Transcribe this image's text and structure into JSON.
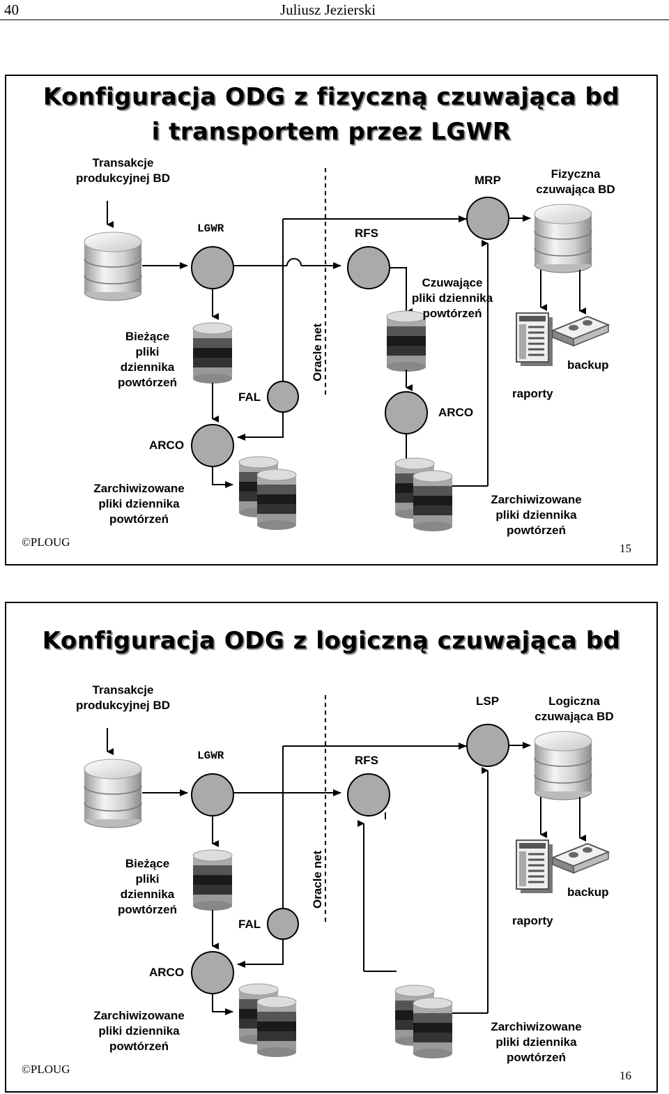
{
  "page_header": {
    "page_number": "40",
    "author": "Juliusz Jezierski"
  },
  "slide1": {
    "title_line1": "Konfiguracja ODG z fizyczną czuwająca bd",
    "title_line2": "i transportem przez LGWR",
    "prod_tx": [
      "Transakcje",
      "produkcyjnej BD"
    ],
    "mrp": "MRP",
    "standby_db": [
      "Fizyczna",
      "czuwająca BD"
    ],
    "lgwr": "LGWR",
    "rfs": "RFS",
    "standby_logs": [
      "Czuwające",
      "pliki dziennika",
      "powtórzeń"
    ],
    "current_logs": [
      "Bieżące",
      "pliki",
      "dziennika",
      "powtórzeń"
    ],
    "oracle_net": "Oracle net",
    "fal": "FAL",
    "arco_right": "ARCO",
    "reports": "raporty",
    "backup": "backup",
    "arco_left": "ARCO",
    "archived_left": [
      "Zarchiwizowane",
      "pliki dziennika",
      "powtórzeń"
    ],
    "archived_right": [
      "Zarchiwizowane",
      "pliki dziennika",
      "powtórzeń"
    ],
    "copyright": "©PLOUG",
    "slide_number": "15"
  },
  "slide2": {
    "title": "Konfiguracja ODG z logiczną czuwająca bd",
    "prod_tx": [
      "Transakcje",
      "produkcyjnej BD"
    ],
    "lsp": "LSP",
    "standby_db": [
      "Logiczna",
      "czuwająca BD"
    ],
    "lgwr": "LGWR",
    "rfs": "RFS",
    "current_logs": [
      "Bieżące",
      "pliki",
      "dziennika",
      "powtórzeń"
    ],
    "oracle_net": "Oracle net",
    "fal": "FAL",
    "reports": "raporty",
    "backup": "backup",
    "arco_left": "ARCO",
    "archived_left": [
      "Zarchiwizowane",
      "pliki dziennika",
      "powtórzeń"
    ],
    "archived_right": [
      "Zarchiwizowane",
      "pliki dziennika",
      "powtórzeń"
    ],
    "copyright": "©PLOUG",
    "slide_number": "16"
  }
}
